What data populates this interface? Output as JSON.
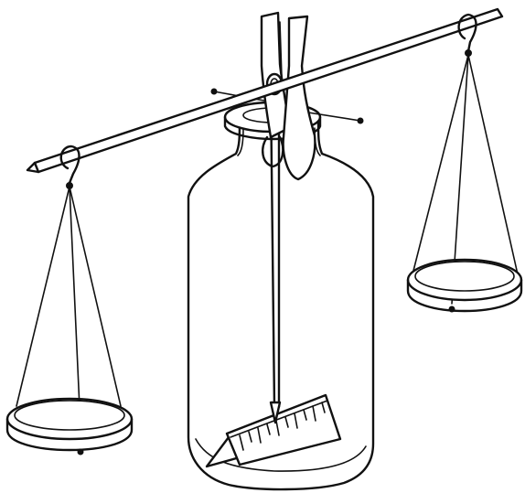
{
  "figure": {
    "colors": {
      "ink": "#111111",
      "paper": "#ffffff"
    },
    "parts": [
      "beam-rod",
      "clothespin",
      "jar",
      "jar-mouth-ring",
      "pointer-needle",
      "scale-ruler",
      "left-pan",
      "right-pan",
      "hooks",
      "strings",
      "pins"
    ]
  }
}
